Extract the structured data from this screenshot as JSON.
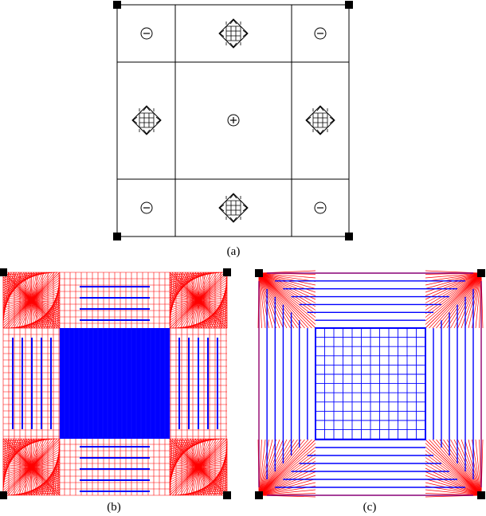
{
  "panels": [
    {
      "id": "a",
      "caption": "(a)"
    },
    {
      "id": "b",
      "caption": "(b)"
    },
    {
      "id": "c",
      "caption": "(c)"
    }
  ],
  "panel_a": {
    "cells": [
      {
        "row": 0,
        "col": 0,
        "symbol": "minus-icon"
      },
      {
        "row": 0,
        "col": 1,
        "symbol": "move-arrows-icon"
      },
      {
        "row": 0,
        "col": 2,
        "symbol": "minus-icon"
      },
      {
        "row": 1,
        "col": 0,
        "symbol": "move-arrows-icon"
      },
      {
        "row": 1,
        "col": 1,
        "symbol": "plus-icon"
      },
      {
        "row": 1,
        "col": 2,
        "symbol": "move-arrows-icon"
      },
      {
        "row": 2,
        "col": 0,
        "symbol": "minus-icon"
      },
      {
        "row": 2,
        "col": 1,
        "symbol": "move-arrows-icon"
      },
      {
        "row": 2,
        "col": 2,
        "symbol": "minus-icon"
      }
    ],
    "corner_marker": "filled-square"
  },
  "colors": {
    "corner_lines": "#ff0000",
    "grid_blue": "#0000ff",
    "grid_red": "#ff0000",
    "outline": "#000000",
    "dense_fill": "#0000ff"
  }
}
